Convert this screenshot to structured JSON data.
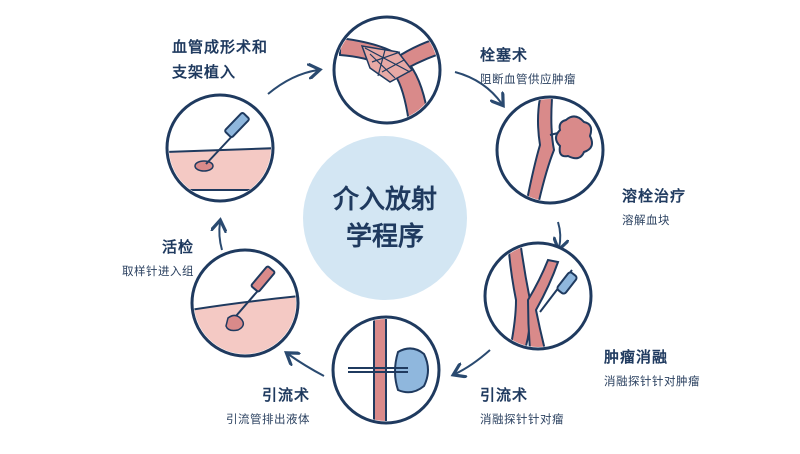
{
  "center": {
    "line1": "介入放射",
    "line2": "学程序"
  },
  "procedures": [
    {
      "id": "stent",
      "title": "血管成形术和",
      "title2": "支架植入",
      "desc": ""
    },
    {
      "id": "embolization",
      "title": "栓塞术",
      "desc": "阻断血管供应肿瘤"
    },
    {
      "id": "thrombolysis",
      "title": "溶栓治疗",
      "desc": "溶解血块"
    },
    {
      "id": "ablation",
      "title": "肿瘤消融",
      "desc": "消融探针针对肿瘤"
    },
    {
      "id": "drainage_a",
      "title": "引流术",
      "desc": "消融探针针对瘤"
    },
    {
      "id": "drainage",
      "title": "引流术",
      "desc": "引流管排出液体"
    },
    {
      "id": "biopsy",
      "title": "活检",
      "desc": "取样针进入组"
    }
  ],
  "colors": {
    "outline": "#1f3a5f",
    "vessel": "#d98a8a",
    "vessel_light": "#f0c4c0",
    "skin": "#f4c9c4",
    "center_bg": "#d3e6f3",
    "blue": "#8fb7dd",
    "arrow": "#2a4a70"
  }
}
